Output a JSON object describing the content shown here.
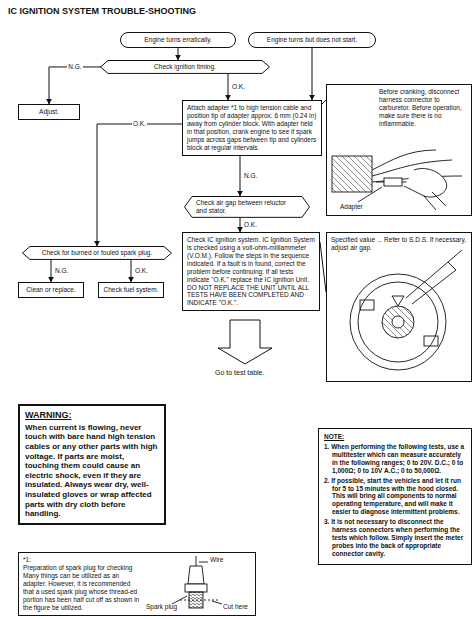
{
  "diagram": {
    "title": "IC IGNITION SYSTEM TROUBLE-SHOOTING",
    "nodes": [
      {
        "text": [
          "Engine turns erratically."
        ]
      },
      {
        "text": [
          "Engine turns but does not start."
        ]
      },
      {
        "text": [
          "Check ignition timing."
        ]
      },
      {
        "text": [
          "Adjust."
        ]
      },
      {
        "text": [
          "Attach adapter *1 to high tension cable and position tip of adapter approx. 6 mm (0.24 in) away from cylinder block. With adapter held in that position, crank engine to see if spark jumps across gaps between tip and cylinders block at regular intervals."
        ]
      },
      {
        "text": [
          "Check air gap between reluctor and stator."
        ]
      },
      {
        "text": [
          "Check for burned or fouled spark plug."
        ]
      },
      {
        "text": [
          "Clean or replace."
        ]
      },
      {
        "text": [
          "Check fuel system."
        ]
      },
      {
        "text": [
          "Check IC ignition system. IC Ignition System is checked using a volt-ohm-milliammeter (V.O.M.). Follow the steps in the sequence indicated. If a fault is in found, correct the problem before continuing. If all tests indicate \"O.K.\" replace the IC Ignition Unit. DO NOT REPLACE THE UNIT UNTIL ALL TESTS HAVE BEEN COMPLETED AND INDICATE \"O.K.\"."
        ]
      },
      {
        "text": [
          "Before cranking, disconnect harness connector to carburetor. Before operation, make sure there is no inflammable."
        ]
      },
      {
        "text": [
          "Specified value ... Refer to S.D.S. If necessary, adjust air gap."
        ]
      },
      {
        "text": [
          "WARNING:",
          "When current is flowing, never touch with bare hand high tension cables or any other parts with high voltage. If parts are moist, touching them could cause an electric shock, even if they are insulated. Always wear dry, well-insulated gloves or wrap affected parts with dry cloth before handling."
        ]
      },
      {
        "text": [
          "NOTE:",
          "1. When performing the following tests, use a multitester which can measure accurately in the following ranges; 0 to 20V. D.C.; 0 to 1,000Ω; 0 to 10V A.C.; 0 to 50,000Ω.",
          "2. If possible, start the vehicles and let it run for 5 to 15 minutes with the hood closed. This will bring all components to normal operating temperature, and will make it easier to diagnose intermittent problems.",
          "3. It is not necessary to disconnect the harness connectors when performing the tests which follow. Simply insert the meter probes into the back of appropriate connector cavity."
        ]
      },
      {
        "text": [
          "*1:",
          "Preparation of spark plug for checking Many things can be utilized as an adapter. However, it is recommended that a used spark plug whose thread-ed portion has been half cut off as shown in the figure be utilized."
        ]
      }
    ],
    "edges": [
      {
        "from": 0,
        "to": 2,
        "arrow": "to"
      },
      {
        "from": 1,
        "to": 4,
        "arrow": "to"
      },
      {
        "from": 2,
        "to": 3,
        "label": "N.G.",
        "arrow": "to"
      },
      {
        "from": 2,
        "to": 4,
        "label": "O.K.",
        "arrow": "to"
      },
      {
        "from": 4,
        "to": 5,
        "label": "N.G.",
        "arrow": "to"
      },
      {
        "from": 4,
        "to": 6,
        "label": "O.K.",
        "arrow": "to"
      },
      {
        "from": 5,
        "to": 9,
        "label": "O.K.",
        "arrow": "to"
      },
      {
        "from": 6,
        "to": 7,
        "label": "N.G.",
        "arrow": "to"
      },
      {
        "from": 6,
        "to": 8,
        "label": "O.K.",
        "arrow": "to"
      },
      {
        "from": 4,
        "to": 10,
        "arrow": "none"
      },
      {
        "from": 9,
        "to": 11,
        "arrow": "none"
      }
    ],
    "labels": [
      "Adapter",
      "Go to test table.",
      "Wire",
      "Spark plug",
      "Cut here"
    ]
  }
}
